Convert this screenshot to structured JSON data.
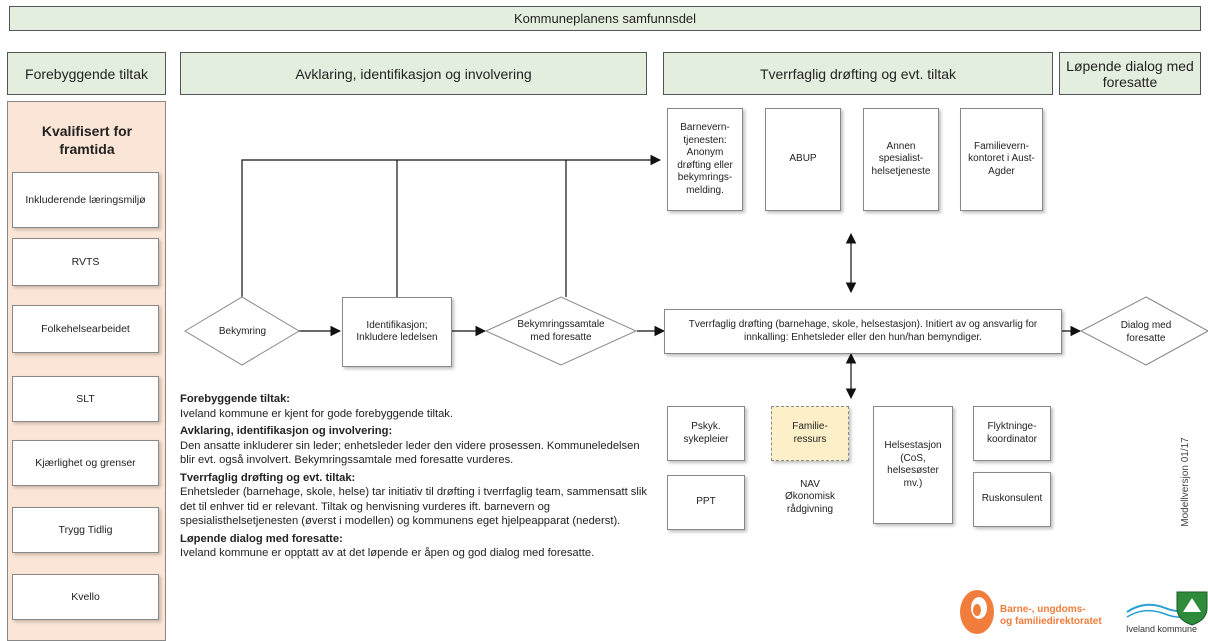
{
  "top_banner": "Kommuneplanens samfunnsdel",
  "headers": {
    "forebyggende": "Forebyggende tiltak",
    "avklaring": "Avklaring, identifikasjon og involvering",
    "tverrfaglig": "Tverrfaglig drøfting og evt. tiltak",
    "dialog": "Løpende dialog med foresatte"
  },
  "left_panel": {
    "title": "Kvalifisert for framtida",
    "items": [
      "Inkluderende læringsmiljø",
      "RVTS",
      "Folkehelsearbeidet",
      "SLT",
      "Kjærlighet og grenser",
      "Trygg Tidlig",
      "Kvello"
    ]
  },
  "flow": {
    "bekymring": "Bekymring",
    "identifikasjon": "Identifikasjon; Inkludere ledelsen",
    "samtale": "Bekymringssamtale med foresatte",
    "droefting": "Tverrfaglig drøfting (barnehage, skole, helsestasjon). Initiert av og ansvarlig for innkalling: Enhetsleder eller den hun/han bemyndiger.",
    "dialog": "Dialog med foresatte"
  },
  "top_boxes": [
    "Barnevern-tjenesten: Anonym drøfting eller bekymrings-melding.",
    "ABUP",
    "Annen spesialist-helsetjeneste",
    "Familievern-kontoret i Aust-Agder"
  ],
  "bottom_boxes": {
    "psyk": "Pskyk. sykepleier",
    "familie": "Familie-ressurs",
    "helsestasjon": "Helsestasjon (CoS, helsesøster mv.)",
    "flyktning": "Flyktninge-koordinator",
    "ppt": "PPT",
    "nav": "NAV Økonomisk rådgivning",
    "rus": "Ruskonsulent"
  },
  "description": [
    {
      "title": "Forebyggende tiltak:",
      "text": "Iveland kommune er kjent for gode forebyggende tiltak."
    },
    {
      "title": "Avklaring, identifikasjon og involvering:",
      "text": "Den ansatte inkluderer sin leder; enhetsleder leder den videre prosessen. Kommuneledelsen blir evt. også involvert. Bekymringssamtale med foresatte vurderes."
    },
    {
      "title": "Tverrfaglig drøfting og evt. tiltak:",
      "text": "Enhetsleder (barnehage, skole, helse) tar initiativ til drøfting i tverrfaglig team, sammensatt slik det til enhver tid er relevant. Tiltak og henvisning vurderes ift. barnevern og spesialisthelsetjenesten (øverst i modellen) og kommunens eget hjelpeapparat (nederst)."
    },
    {
      "title": "Løpende dialog med foresatte:",
      "text": "Iveland kommune er opptatt av at det løpende er åpen og god dialog med foresatte."
    }
  ],
  "version": "Modellversjon 01/17",
  "logos": {
    "bufdir_line1": "Barne-, ungdoms-",
    "bufdir_line2": "og familiedirektoratet",
    "iveland": "Iveland kommune"
  },
  "colors": {
    "header_bg": "#e4eedf",
    "left_panel_bg": "#fbe5d6",
    "familie_bg": "#fdf0c8",
    "bufdir_orange": "#f07d3c",
    "iveland_green": "#2e8b3a",
    "iveland_water": "#2a9fd6"
  }
}
